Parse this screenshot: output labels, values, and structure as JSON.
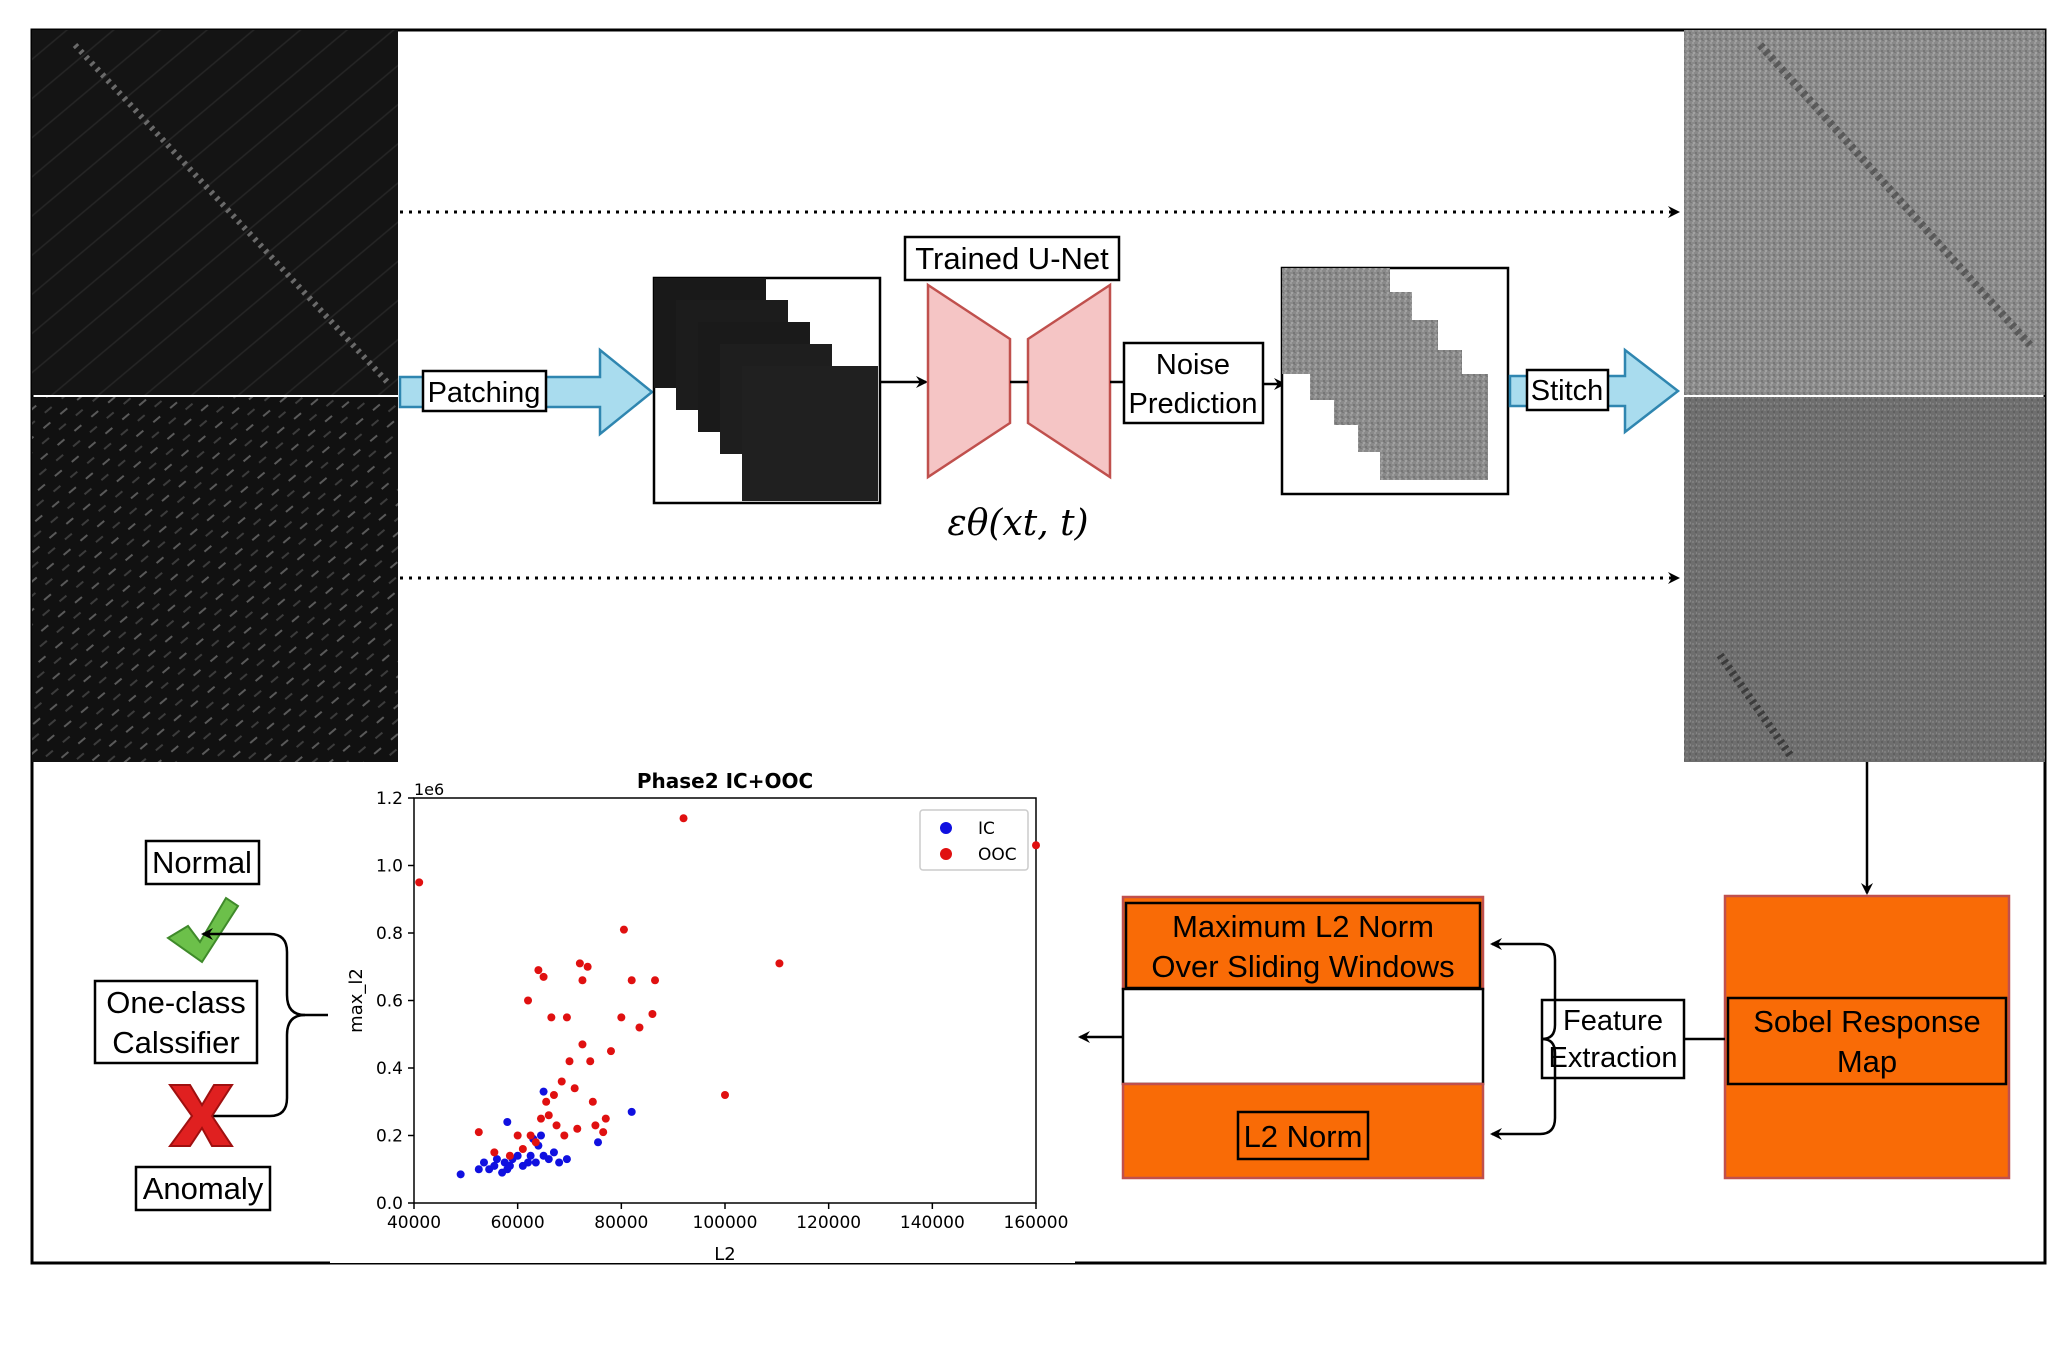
{
  "pipeline": {
    "patching_label": "Patching",
    "unet_label": "Trained U-Net",
    "noise_label_line1": "Noise",
    "noise_label_line2": "Prediction",
    "stitch_label": "Stitch",
    "formula": "εθ(xt, t)"
  },
  "features": {
    "sobel_line1": "Sobel Response",
    "sobel_line2": "Map",
    "feature_line1": "Feature",
    "feature_line2": "Extraction",
    "maxl2_line1": "Maximum L2 Norm",
    "maxl2_line2": "Over Sliding Windows",
    "l2_label": "L2 Norm"
  },
  "classifier": {
    "normal_label": "Normal",
    "oneclass_line1": "One-class",
    "oneclass_line2": "Calssifier",
    "anomaly_label": "Anomaly"
  },
  "colors": {
    "orange": "#f96b06",
    "unet_fill": "#f5c5c5",
    "unet_stroke": "#c0504d",
    "arrow_blue": "#a9dcee",
    "arrow_blue_stroke": "#2f86b0",
    "ic_color": "#1010e0",
    "ooc_color": "#e01010"
  },
  "chart_data": {
    "type": "scatter",
    "title": "Phase2 IC+OOC",
    "xlabel": "L2",
    "ylabel": "max_l2",
    "y_offset_label": "1e6",
    "xlim": [
      40000,
      160000
    ],
    "ylim": [
      0,
      1.2
    ],
    "x_ticks": [
      40000,
      60000,
      80000,
      100000,
      120000,
      140000,
      160000
    ],
    "y_ticks": [
      0.0,
      0.2,
      0.4,
      0.6,
      0.8,
      1.0,
      1.2
    ],
    "x_tick_labels": [
      "40000",
      "60000",
      "80000",
      "100000",
      "120000",
      "140000",
      "160000"
    ],
    "y_tick_labels": [
      "0.0",
      "0.2",
      "0.4",
      "0.6",
      "0.8",
      "1.0",
      "1.2"
    ],
    "legend_position": "top-right",
    "series": [
      {
        "name": "IC",
        "color": "#1010e0",
        "points": [
          [
            49000,
            0.085
          ],
          [
            52500,
            0.1
          ],
          [
            53500,
            0.12
          ],
          [
            54500,
            0.1
          ],
          [
            55500,
            0.11
          ],
          [
            56000,
            0.13
          ],
          [
            57000,
            0.09
          ],
          [
            57500,
            0.12
          ],
          [
            58000,
            0.1
          ],
          [
            58500,
            0.11
          ],
          [
            59000,
            0.13
          ],
          [
            60000,
            0.14
          ],
          [
            61000,
            0.11
          ],
          [
            62000,
            0.12
          ],
          [
            62500,
            0.14
          ],
          [
            63000,
            0.19
          ],
          [
            63500,
            0.12
          ],
          [
            64000,
            0.17
          ],
          [
            64500,
            0.2
          ],
          [
            65000,
            0.14
          ],
          [
            66000,
            0.13
          ],
          [
            67000,
            0.15
          ],
          [
            68000,
            0.12
          ],
          [
            69500,
            0.13
          ],
          [
            58000,
            0.24
          ],
          [
            65000,
            0.33
          ],
          [
            75500,
            0.18
          ],
          [
            82000,
            0.27
          ]
        ]
      },
      {
        "name": "OOC",
        "color": "#e01010",
        "points": [
          [
            41000,
            0.95
          ],
          [
            52500,
            0.21
          ],
          [
            55500,
            0.15
          ],
          [
            58500,
            0.14
          ],
          [
            60000,
            0.2
          ],
          [
            61000,
            0.16
          ],
          [
            62000,
            0.6
          ],
          [
            62500,
            0.2
          ],
          [
            63500,
            0.18
          ],
          [
            64000,
            0.69
          ],
          [
            64500,
            0.25
          ],
          [
            65000,
            0.67
          ],
          [
            65500,
            0.3
          ],
          [
            66000,
            0.26
          ],
          [
            66500,
            0.55
          ],
          [
            67000,
            0.32
          ],
          [
            67500,
            0.23
          ],
          [
            68500,
            0.36
          ],
          [
            69000,
            0.2
          ],
          [
            69500,
            0.55
          ],
          [
            70000,
            0.42
          ],
          [
            71000,
            0.34
          ],
          [
            71500,
            0.22
          ],
          [
            72000,
            0.71
          ],
          [
            72500,
            0.47
          ],
          [
            72500,
            0.66
          ],
          [
            73500,
            0.7
          ],
          [
            74000,
            0.42
          ],
          [
            74500,
            0.3
          ],
          [
            75000,
            0.23
          ],
          [
            76500,
            0.21
          ],
          [
            77000,
            0.25
          ],
          [
            78000,
            0.45
          ],
          [
            80000,
            0.55
          ],
          [
            80500,
            0.81
          ],
          [
            82000,
            0.66
          ],
          [
            83500,
            0.52
          ],
          [
            86000,
            0.56
          ],
          [
            86500,
            0.66
          ],
          [
            92000,
            1.14
          ],
          [
            100000,
            0.32
          ],
          [
            110500,
            0.71
          ],
          [
            160000,
            1.06
          ]
        ]
      }
    ]
  }
}
